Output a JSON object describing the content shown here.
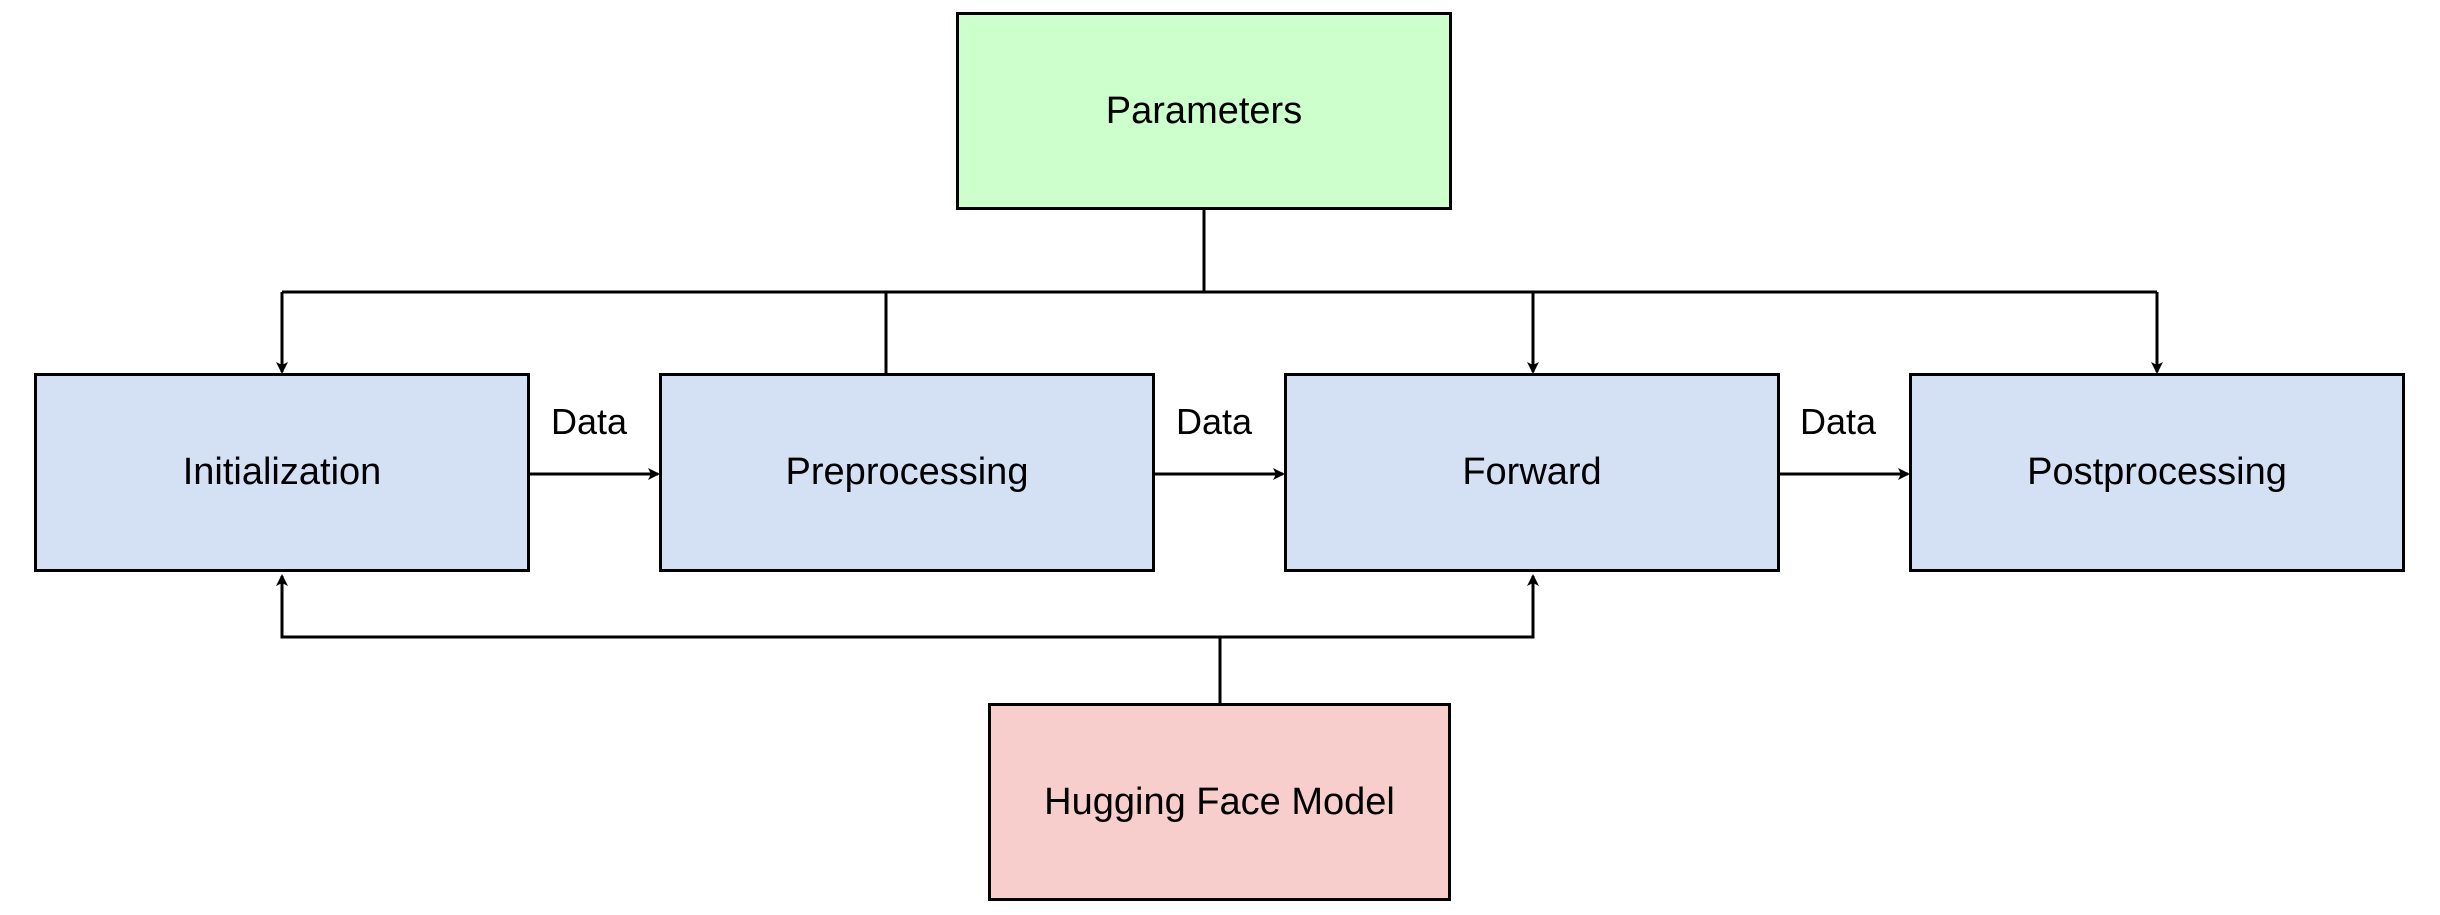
{
  "nodes": {
    "parameters": {
      "label": "Parameters",
      "fill": "#ccffcc"
    },
    "initialization": {
      "label": "Initialization",
      "fill": "#d4e1f5"
    },
    "preprocessing": {
      "label": "Preprocessing",
      "fill": "#d4e1f5"
    },
    "forward": {
      "label": "Forward",
      "fill": "#d4e1f5"
    },
    "postprocessing": {
      "label": "Postprocessing",
      "fill": "#d4e1f5"
    },
    "hf_model": {
      "label": "Hugging Face Model",
      "fill": "#f8cecc"
    }
  },
  "edges": [
    {
      "from": "parameters",
      "to": "initialization"
    },
    {
      "from": "parameters",
      "to": "preprocessing"
    },
    {
      "from": "parameters",
      "to": "forward"
    },
    {
      "from": "parameters",
      "to": "postprocessing"
    },
    {
      "from": "initialization",
      "to": "preprocessing",
      "label": "Data"
    },
    {
      "from": "preprocessing",
      "to": "forward",
      "label": "Data"
    },
    {
      "from": "forward",
      "to": "postprocessing",
      "label": "Data"
    },
    {
      "from": "hf_model",
      "to": "initialization"
    },
    {
      "from": "hf_model",
      "to": "forward"
    }
  ],
  "stroke_color": "#000000"
}
